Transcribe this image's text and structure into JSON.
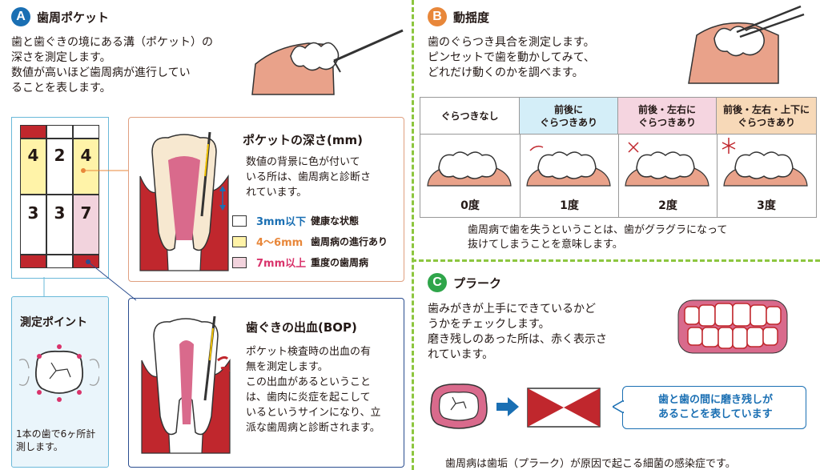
{
  "colors": {
    "a": "#1a6fb3",
    "b": "#e8873a",
    "c": "#2fa54a",
    "red": "#c0272d",
    "yellow": "#fff3a8",
    "pink": "#f2d3dd",
    "blue_text": "#1a6fb3",
    "orange_text": "#e8873a",
    "pink_text": "#d9336b",
    "divider": "#8dc63f"
  },
  "section_a": {
    "badge": "A",
    "title": "歯周ポケット",
    "desc": [
      "歯と歯ぐきの境にある溝（ポケット）の",
      "深さを測定します。",
      "数値が高いほど歯周病が進行してい",
      "ることを表します。"
    ],
    "chart_top": [
      "4",
      "2",
      "4"
    ],
    "chart_bottom": [
      "3",
      "3",
      "7"
    ],
    "pocket_title": "ポケットの深さ(mm)",
    "pocket_desc": [
      "数値の背景に色が付いて",
      "いる所は、歯周病と診断さ",
      "れています。"
    ],
    "legend": [
      {
        "range": "3mm以下",
        "label": "健康な状態"
      },
      {
        "range": "4～6mm",
        "label": "歯周病の進行あり"
      },
      {
        "range": "7mm以上",
        "label": "重度の歯周病"
      }
    ],
    "points_title": "測定ポイント",
    "points_note": [
      "1本の歯で6ヶ所計",
      "測します。"
    ],
    "bop_title": "歯ぐきの出血(BOP)",
    "bop_desc": [
      "ポケット検査時の出血の有",
      "無を測定します。",
      "この出血があるということ",
      "は、歯肉に炎症を起こして",
      "いるというサインになり、立",
      "派な歯周病と診断されます。"
    ]
  },
  "section_b": {
    "badge": "B",
    "title": "動揺度",
    "desc": [
      "歯のぐらつき具合を測定します。",
      "ピンセットで歯を動かしてみて、",
      "どれだけ動くのかを調べます。"
    ],
    "columns": [
      {
        "head": [
          "ぐらつきなし"
        ],
        "degree": "0度"
      },
      {
        "head": [
          "前後に",
          "ぐらつきあり"
        ],
        "degree": "1度"
      },
      {
        "head": [
          "前後・左右に",
          "ぐらつきあり"
        ],
        "degree": "2度"
      },
      {
        "head": [
          "前後・左右・上下に",
          "ぐらつきあり"
        ],
        "degree": "3度"
      }
    ],
    "note": [
      "歯周病で歯を失うということは、歯がグラグラになって",
      "抜けてしまうことを意味します。"
    ]
  },
  "section_c": {
    "badge": "C",
    "title": "プラーク",
    "desc": [
      "歯みがきが上手にできているかど",
      "うかをチェックします。",
      "磨き残しのあった所は、赤く表示さ",
      "れています。"
    ],
    "callout": [
      "歯と歯の間に磨き残しが",
      "あることを表しています"
    ],
    "footer": "歯周病は歯垢（プラーク）が原因で起こる細菌の感染症です。"
  }
}
